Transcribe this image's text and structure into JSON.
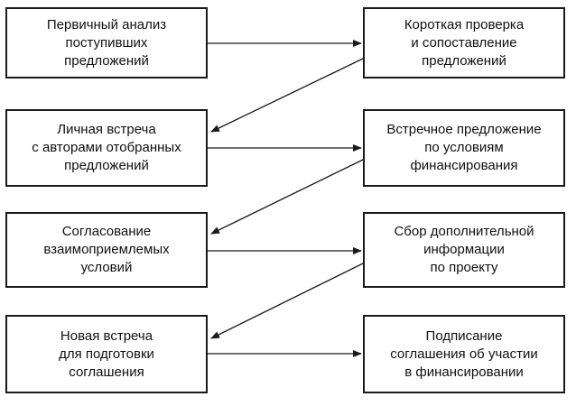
{
  "steps": [
    {
      "label": "Первичный анализ\nпоступивших\nпредложений"
    },
    {
      "label": "Короткая проверка\nи сопоставление\nпредложений"
    },
    {
      "label": "Личная встреча\nс авторами отобранных\nпредложений"
    },
    {
      "label": "Встречное предложение\nпо условиям\nфинансирования"
    },
    {
      "label": "Согласование\nвзаимоприемлемых\nусловий"
    },
    {
      "label": "Сбор дополнительной\nинформации\nпо проекту"
    },
    {
      "label": "Новая встреча\nдля подготовки\nсоглашения"
    },
    {
      "label": "Подписание\nсоглашения об участии\nв финансировании"
    }
  ],
  "colors": {
    "line": "#1a1a1a",
    "box_border": "#1a1a1a",
    "background": "#ffffff"
  }
}
